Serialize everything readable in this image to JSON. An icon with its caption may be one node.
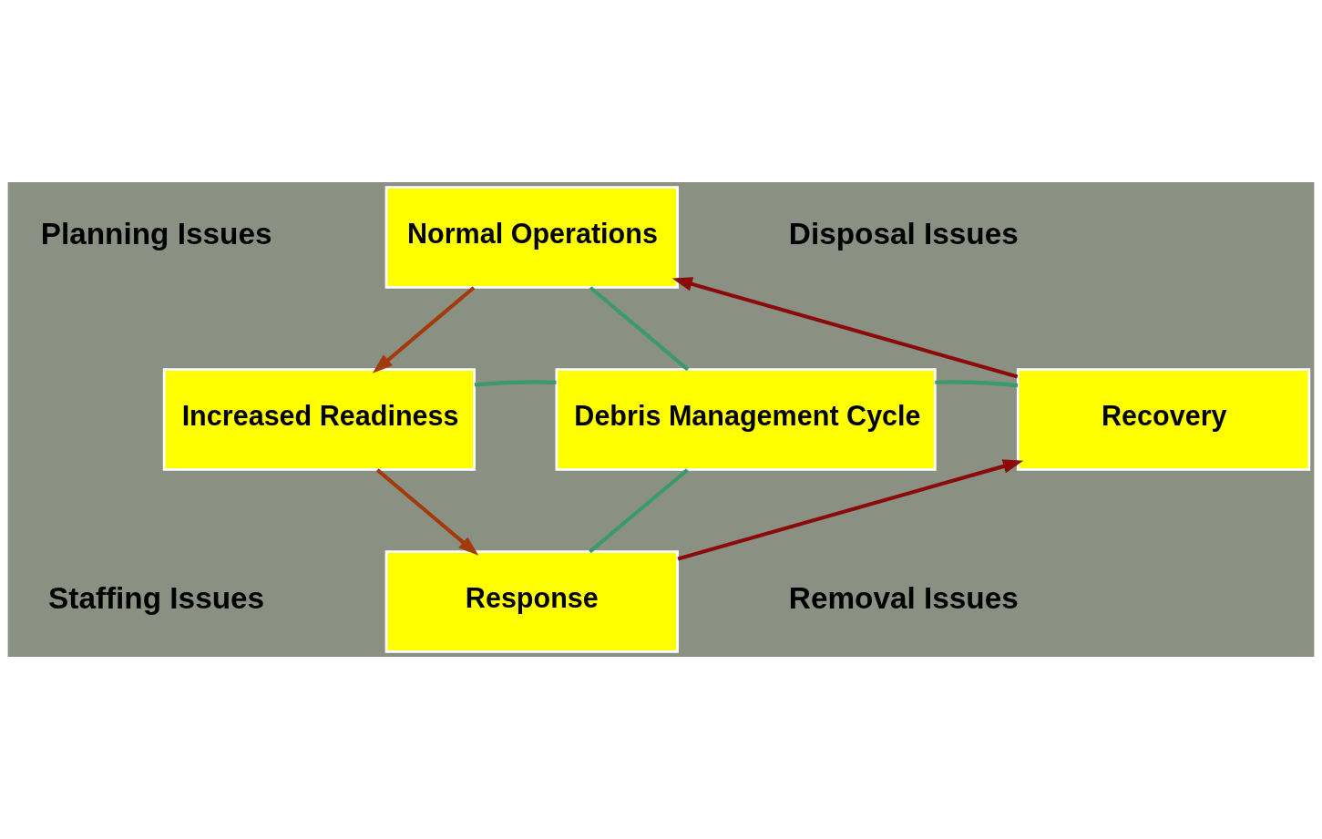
{
  "diagram": {
    "nodes": [
      {
        "text": [
          "Normal Operations"
        ]
      },
      {
        "text": [
          "Increased Readiness"
        ]
      },
      {
        "text": [
          "Debris Management Cycle"
        ]
      },
      {
        "text": [
          "Recovery"
        ]
      },
      {
        "text": [
          "Response"
        ]
      }
    ],
    "edges": [
      {
        "from": 0,
        "to": 1,
        "arrow": "to",
        "color": "#a33a0c"
      },
      {
        "from": 1,
        "to": 4,
        "arrow": "to",
        "color": "#a33a0c"
      },
      {
        "from": 4,
        "to": 3,
        "arrow": "to",
        "color": "#8b0a0a"
      },
      {
        "from": 3,
        "to": 0,
        "arrow": "to",
        "color": "#8b0a0a"
      },
      {
        "from": 0,
        "to": 2,
        "arrow": "none",
        "color": "#3a9a6a"
      },
      {
        "from": 1,
        "to": 2,
        "arrow": "none",
        "color": "#3a9a6a"
      },
      {
        "from": 2,
        "to": 3,
        "arrow": "none",
        "color": "#3a9a6a"
      },
      {
        "from": 2,
        "to": 4,
        "arrow": "none",
        "color": "#3a9a6a"
      }
    ],
    "labels": [
      "Planning Issues",
      "Disposal Issues",
      "Staffing Issues",
      "Removal Issues"
    ]
  }
}
